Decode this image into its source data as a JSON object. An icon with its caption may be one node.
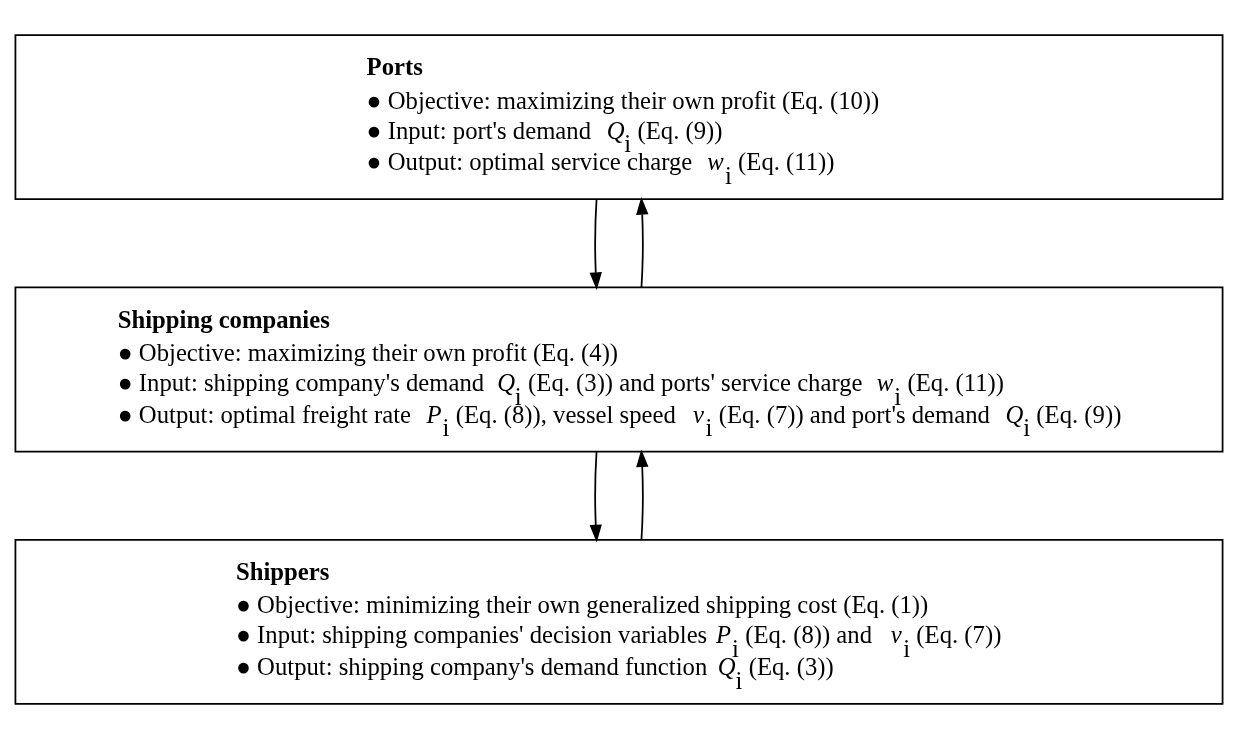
{
  "diagram": {
    "nodes": [
      {
        "text": [
          "Ports",
          "● Objective: maximizing their own profit (Eq. (10))",
          "● Input: port's demand *Q*$_{i}$ (Eq. (9))",
          "● Output: optimal service charge *w*$_{i}$ (Eq. (11))"
        ]
      },
      {
        "text": [
          "Shipping companies",
          "● Objective: maximizing their own profit (Eq. (4))",
          "● Input: shipping company's demand *Q*$_{i}$ (Eq. (3)) and ports' service charge *w*$_{i}$ (Eq. (11))",
          "● Output: optimal freight rate *P*$_{i}$ (Eq. (8)), vessel speed *v*$_{i}$ (Eq. (7)) and port's demand *Q*$_{i}$ (Eq. (9))"
        ]
      },
      {
        "text": [
          "Shippers",
          "● Objective: minimizing their own generalized shipping cost (Eq. (1))",
          "● Input: shipping companies' decision variables *P*$_{i}$ (Eq. (8)) and *v*$_{i}$ (Eq. (7))",
          "● Output: shipping company's demand function *Q*$_{i}$ (Eq. (3))"
        ]
      }
    ],
    "edges": [
      {
        "from": 1,
        "to": 0,
        "arrow": "to"
      },
      {
        "from": 0,
        "to": 1,
        "arrow": "to"
      },
      {
        "from": 2,
        "to": 1,
        "arrow": "to"
      },
      {
        "from": 1,
        "to": 2,
        "arrow": "to"
      }
    ]
  }
}
